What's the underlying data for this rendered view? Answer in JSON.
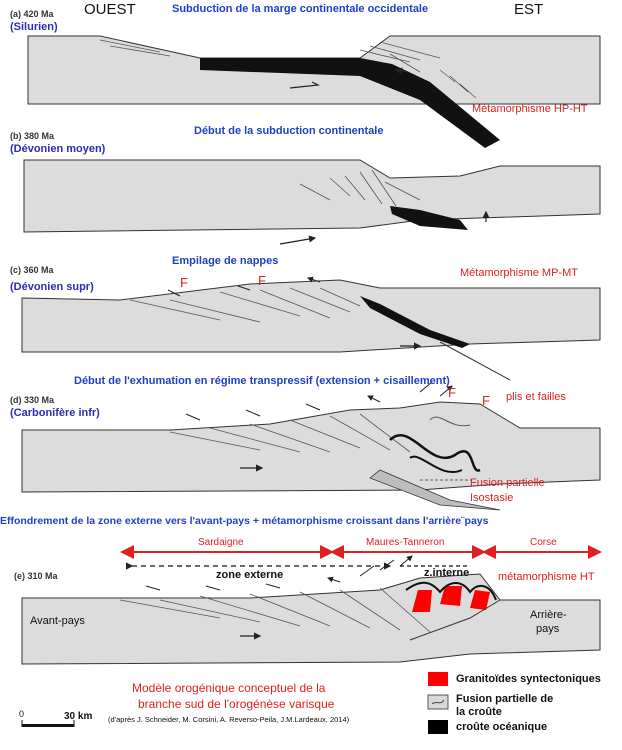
{
  "header": {
    "west": "OUEST",
    "east": "EST"
  },
  "panels": [
    {
      "age": "(a) 420 Ma",
      "period": "(Silurien)",
      "title": "Subduction de la marge continentale occidentale",
      "note": "Métamorphisme HP-HT"
    },
    {
      "age": "(b) 380 Ma",
      "period": "(Dévonien moyen)",
      "title": "Début de la subduction continentale"
    },
    {
      "age": "(c) 360 Ma",
      "period": "(Dévonien supr)",
      "title": "Empilage de nappes",
      "note": "Métamorphisme MP-MT",
      "fault_label": "F"
    },
    {
      "age": "(d) 330 Ma",
      "period": "(Carbonifère infr)",
      "title": "Début de l'exhumation en régime transpressif (extension + cisaillement)",
      "note1": "plis et failles",
      "note2": "Fusion partielle",
      "note3": "Isostasie",
      "fault_label": "F"
    },
    {
      "age": "(e) 310 Ma",
      "title": "Effondrement de la zone externe vers l'avant-pays + métamorphisme croissant dans l'arrière¨pays",
      "note": "métamorphisme HT"
    }
  ],
  "regions": {
    "sardaigne": "Sardaigne",
    "maures": "Maures-Tanneron",
    "corse": "Corse"
  },
  "zones": {
    "externe": "zone externe",
    "interne": "z.interne"
  },
  "sides": {
    "avant": "Avant-pays",
    "arriere1": "Arrière-",
    "arriere2": "pays"
  },
  "legend": {
    "items": [
      {
        "label": "Granitoïdes syntectoniques",
        "color": "#ff0000"
      },
      {
        "label": "Fusion partielle de",
        "label2": "la croûte",
        "color": "#d9d9d9"
      },
      {
        "label": "croûte océanique",
        "color": "#000000"
      }
    ]
  },
  "caption": {
    "line1": "Modèle orogénique conceptuel de la",
    "line2": "branche sud de l'orogénèse varisque"
  },
  "scale": {
    "zero": "0",
    "label": "30 km"
  },
  "source": "(d'après J. Schneider, M. Corsini, A. Reverso-Peila, J.M.Lardeaux, 2014)"
}
